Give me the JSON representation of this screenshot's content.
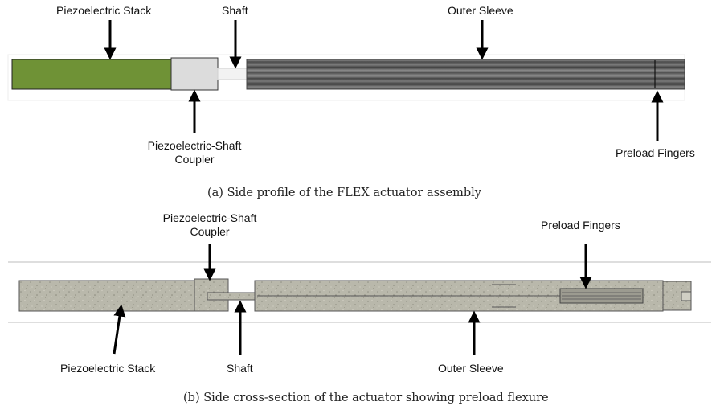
{
  "panel_a": {
    "labels": {
      "piezo_stack": "Piezoelectric Stack",
      "shaft": "Shaft",
      "outer_sleeve": "Outer Sleeve",
      "coupler_line1": "Piezoelectric-Shaft",
      "coupler_line2": "Coupler",
      "preload_fingers": "Preload Fingers"
    },
    "caption": "(a) Side profile of the FLEX actuator assembly",
    "colors": {
      "piezo_stack": "#6f9236",
      "coupler": "#dcdcdc",
      "sleeve": "#5a5a5a"
    }
  },
  "panel_b": {
    "labels": {
      "coupler_line1": "Piezoelectric-Shaft",
      "coupler_line2": "Coupler",
      "preload_fingers": "Preload Fingers",
      "piezo_stack": "Piezoelectric Stack",
      "shaft": "Shaft",
      "outer_sleeve": "Outer Sleeve"
    },
    "caption": "(b) Side cross-section of the actuator showing preload flexure",
    "colors": {
      "section_fill": "#b9b8ab"
    }
  }
}
